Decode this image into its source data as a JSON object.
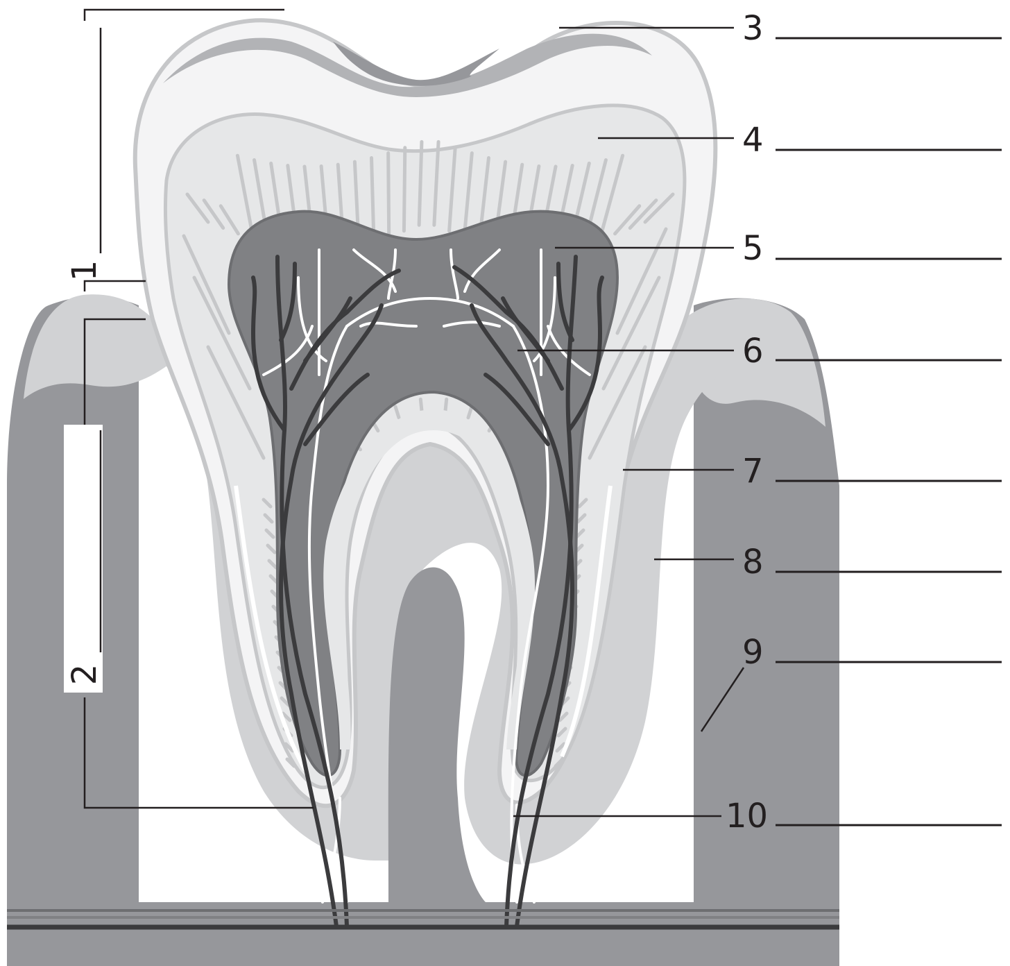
{
  "diagram": {
    "labels": [
      {
        "id": "1",
        "text": "1"
      },
      {
        "id": "2",
        "text": "2"
      },
      {
        "id": "3",
        "text": "3"
      },
      {
        "id": "4",
        "text": "4"
      },
      {
        "id": "5",
        "text": "5"
      },
      {
        "id": "6",
        "text": "6"
      },
      {
        "id": "7",
        "text": "7"
      },
      {
        "id": "8",
        "text": "8"
      },
      {
        "id": "9",
        "text": "9"
      },
      {
        "id": "10",
        "text": "10"
      }
    ],
    "colors": {
      "bone_dark": "#96979b",
      "gum_light": "#d1d2d4",
      "enamel_white": "#f4f4f5",
      "outline_gray": "#c6c7c9",
      "dentin_light": "#e6e7e8",
      "pulp_dark": "#808184",
      "vessel_black": "#3b3b3d",
      "nerve_white": "#ffffff",
      "text": "#231f20"
    }
  }
}
